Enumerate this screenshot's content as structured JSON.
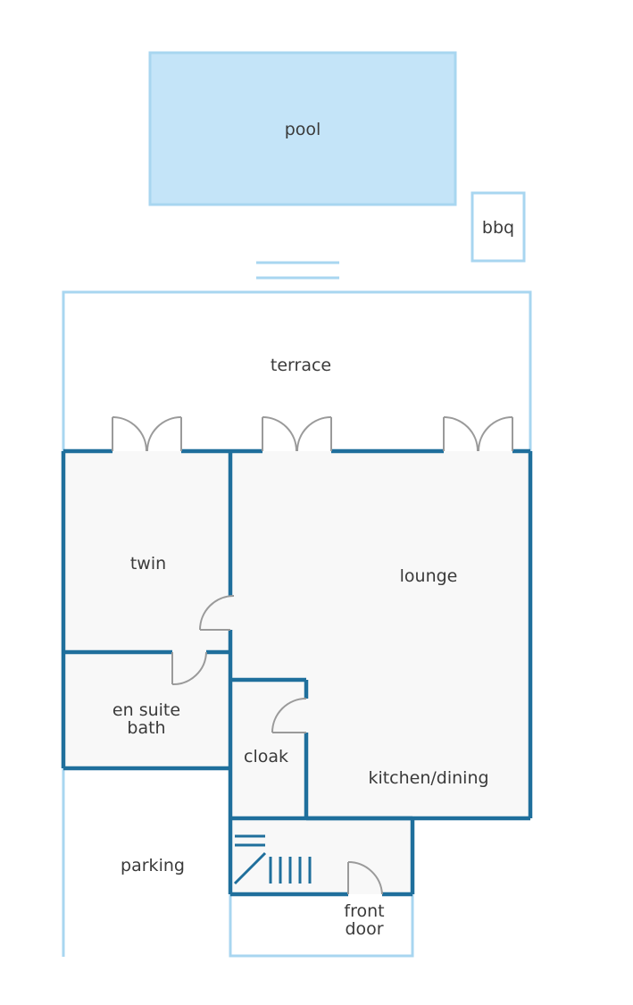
{
  "labels": {
    "pool": "pool",
    "bbq": "bbq",
    "terrace": "terrace",
    "twin": "twin",
    "lounge": "lounge",
    "en_suite_line1": "en suite",
    "en_suite_line2": "bath",
    "cloak": "cloak",
    "kitchen_dining": "kitchen/dining",
    "parking": "parking",
    "front_door_line1": "front",
    "front_door_line2": "door"
  },
  "colors": {
    "pool_fill": "#c4e4f8",
    "outline_light": "#a8d6f0",
    "wall": "#1f6f9c",
    "room_fill": "#f8f8f8",
    "door": "#9a9a9a"
  }
}
